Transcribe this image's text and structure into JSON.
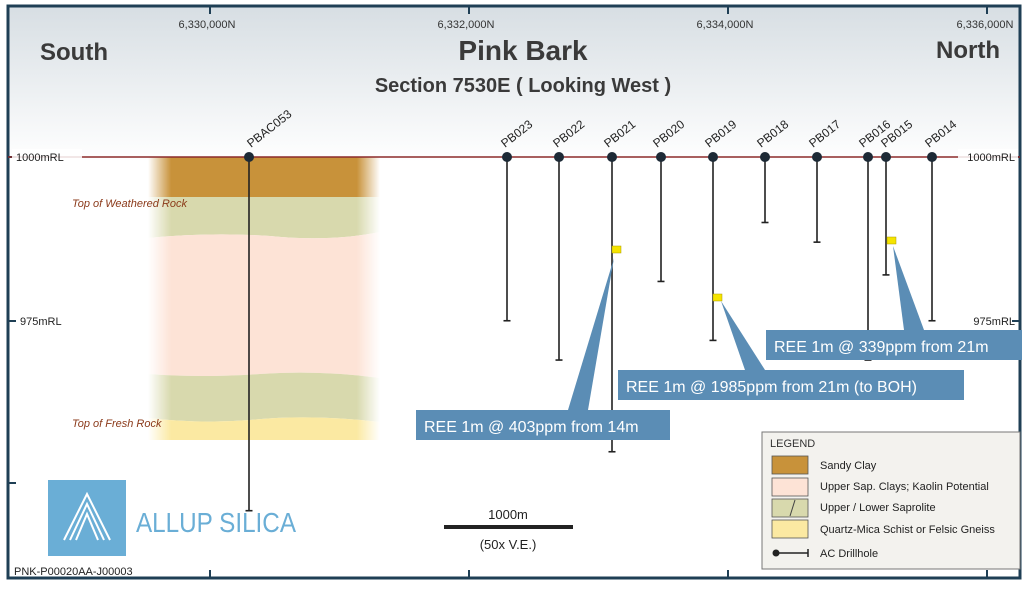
{
  "colors": {
    "frame": "#1f3f55",
    "reference_line": "#8b2a2a",
    "sandy_clay": "#c8923a",
    "upper_sap": "#fde3d6",
    "upper_lower_saprolite": "#d8d9ad",
    "quartz_mica": "#fbe9a2",
    "callout": "#5b8db5",
    "assay_marker": "#f5e400",
    "logo": "#6aaed6"
  },
  "header": {
    "south": "South",
    "north": "North",
    "title": "Pink Bark",
    "subtitle": "Section 7530E ( Looking West )"
  },
  "northings": [
    "6,330,000N",
    "6,332,000N",
    "6,334,000N",
    "6,336,000N"
  ],
  "rl_labels": {
    "left_1000": "1000mRL",
    "right_1000": "1000mRL",
    "left_975": "975mRL",
    "right_975": "975mRL"
  },
  "horizons": {
    "weathered": "Top of Weathered Rock",
    "fresh": "Top of Fresh Rock"
  },
  "drillholes": [
    {
      "id": "PBAC053",
      "depth": 54
    },
    {
      "id": "PB023",
      "depth": 25
    },
    {
      "id": "PB022",
      "depth": 31
    },
    {
      "id": "PB021",
      "depth": 45
    },
    {
      "id": "PB020",
      "depth": 19
    },
    {
      "id": "PB019",
      "depth": 28
    },
    {
      "id": "PB018",
      "depth": 10
    },
    {
      "id": "PB017",
      "depth": 13
    },
    {
      "id": "PB016",
      "depth": 31
    },
    {
      "id": "PB015",
      "depth": 18
    },
    {
      "id": "PB014",
      "depth": 25
    }
  ],
  "callouts": {
    "c403": "REE 1m @ 403ppm from 14m",
    "c1985": "REE 1m @ 1985ppm from 21m (to BOH)",
    "c339": "REE 1m @ 339ppm from 21m"
  },
  "legend": {
    "title": "LEGEND",
    "items": [
      "Sandy Clay",
      "Upper Sap. Clays; Kaolin Potential",
      "Upper / Lower Saprolite",
      "Quartz-Mica Schist or Felsic Gneiss",
      "AC Drillhole"
    ]
  },
  "scale": {
    "label": "1000m",
    "ve": "(50x V.E.)"
  },
  "logo": {
    "text": "ALLUP SILICA"
  },
  "footer": {
    "code": "PNK-P00020AA-J00003"
  }
}
